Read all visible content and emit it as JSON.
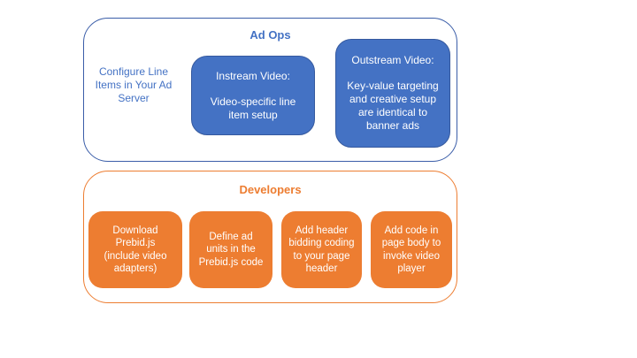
{
  "page": {
    "background": "#ffffff"
  },
  "colors": {
    "blue_fill": "#4472C4",
    "blue_outline": "#3a5da8",
    "orange": "#ED7D31",
    "box_text": "#ffffff"
  },
  "ad_ops": {
    "title": "Ad Ops",
    "side_note": "Configure Line Items in Your Ad Server",
    "boxes": [
      {
        "title": "Instream Video:",
        "body": "Video-specific line item setup"
      },
      {
        "title": "Outstream Video:",
        "body": "Key-value targeting and creative setup are identical to banner ads"
      }
    ]
  },
  "developers": {
    "title": "Developers",
    "boxes": [
      {
        "label": "Download Prebid.js (include video adapters)"
      },
      {
        "label": "Define ad units in the Prebid.js code"
      },
      {
        "label": "Add header bidding coding to your page header"
      },
      {
        "label": "Add code in page body to invoke video player"
      }
    ]
  }
}
